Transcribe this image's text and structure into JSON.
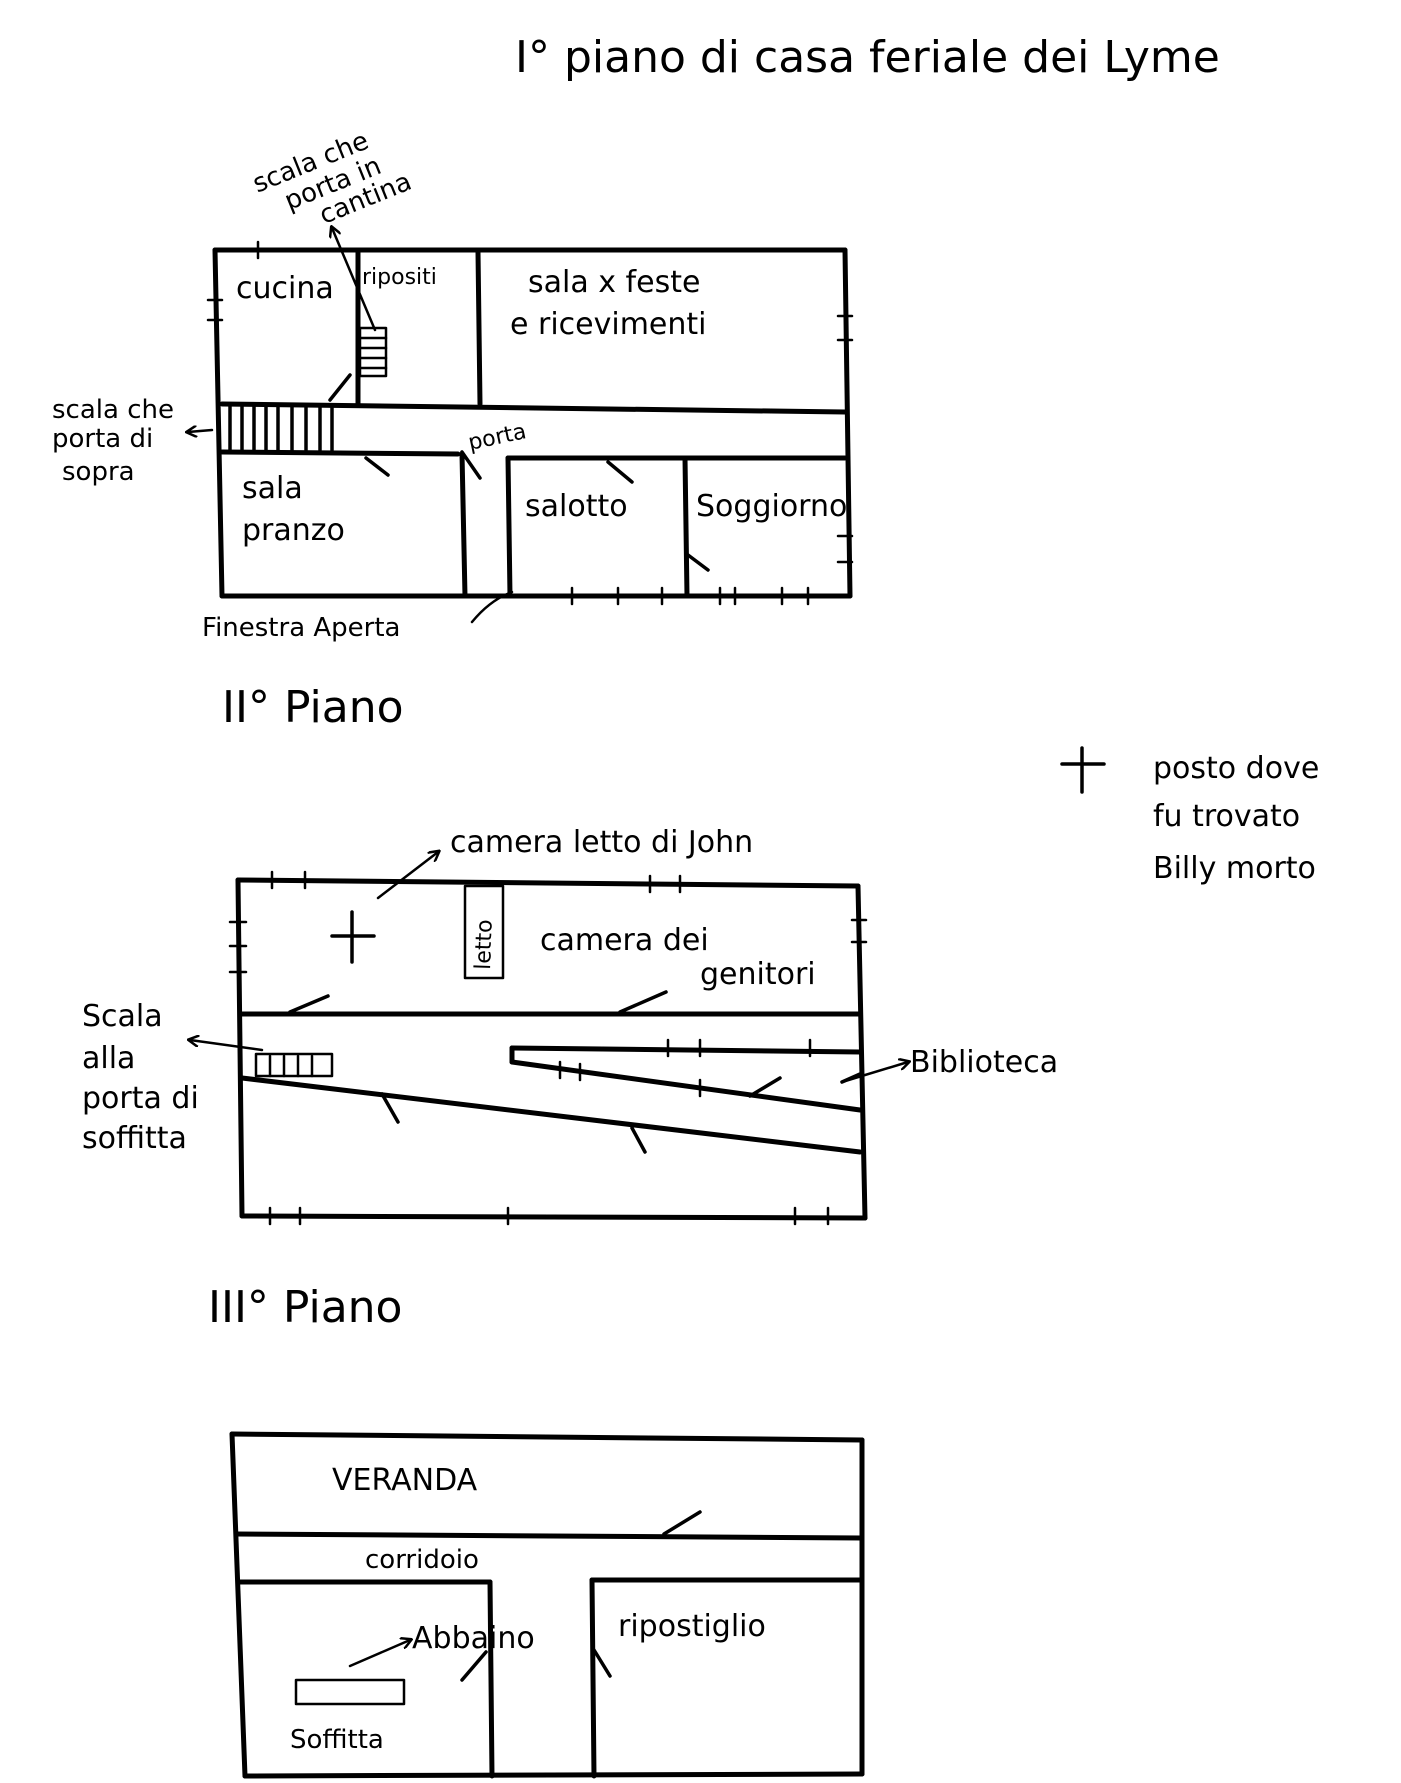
{
  "title": "I° piano di casa feriale dei Lyme",
  "legend": {
    "symbol": "+",
    "text_lines": [
      "posto dove",
      "fu trovato",
      "Billy morto"
    ]
  },
  "floor1": {
    "rooms": {
      "cucina": "cucina",
      "ripostiti": "ripositi",
      "sala_feste_1": "sala x feste",
      "sala_feste_2": "e ricevimenti",
      "sala_pranzo_1": "sala",
      "sala_pranzo_2": "pranzo",
      "salotto": "salotto",
      "soggiorno": "Soggiorno"
    },
    "annotations": {
      "porta": "porta",
      "scala_cantina": [
        "scala che",
        "porta in",
        "cantina"
      ],
      "scala_sopra": [
        "scala che",
        "porta di",
        "sopra"
      ],
      "finestra": "Finestra Aperta"
    }
  },
  "floor2": {
    "heading": "II° Piano",
    "camera_john": "camera letto di John",
    "letto": "letto",
    "camera_genitori_1": "camera dei",
    "camera_genitori_2": "genitori",
    "biblioteca": "Biblioteca",
    "scala_soffitta": [
      "Scala",
      "alla",
      "porta di",
      "soffitta"
    ]
  },
  "floor3": {
    "heading": "III° Piano",
    "veranda": "VERANDA",
    "corridoio": "corridoio",
    "abbaino": "Abbaino",
    "ripostiglio": "ripostiglio",
    "soffitta": "Soffitta"
  }
}
